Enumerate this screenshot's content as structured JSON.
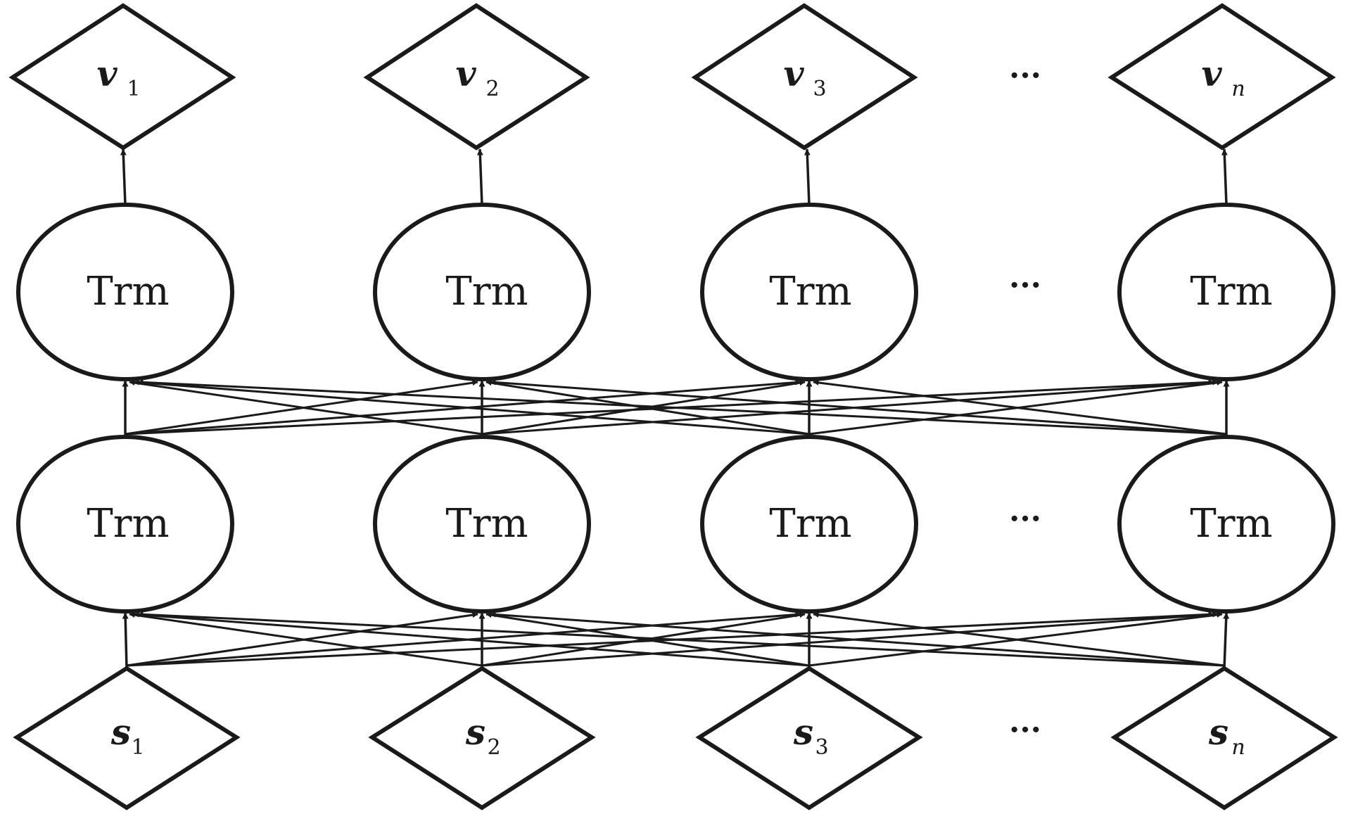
{
  "diagram": {
    "outputs": [
      {
        "symbol": "v",
        "subscript": "1"
      },
      {
        "symbol": "v",
        "subscript": "2"
      },
      {
        "symbol": "v",
        "subscript": "3"
      },
      {
        "symbol": "v",
        "subscript": "n"
      }
    ],
    "layer2": [
      "Trm",
      "Trm",
      "Trm",
      "Trm"
    ],
    "layer1": [
      "Trm",
      "Trm",
      "Trm",
      "Trm"
    ],
    "inputs": [
      {
        "symbol": "s",
        "subscript": "1"
      },
      {
        "symbol": "s",
        "subscript": "2"
      },
      {
        "symbol": "s",
        "subscript": "3"
      },
      {
        "symbol": "s",
        "subscript": "n"
      }
    ],
    "ellipsis": [
      "···",
      "···",
      "···",
      "···"
    ]
  }
}
